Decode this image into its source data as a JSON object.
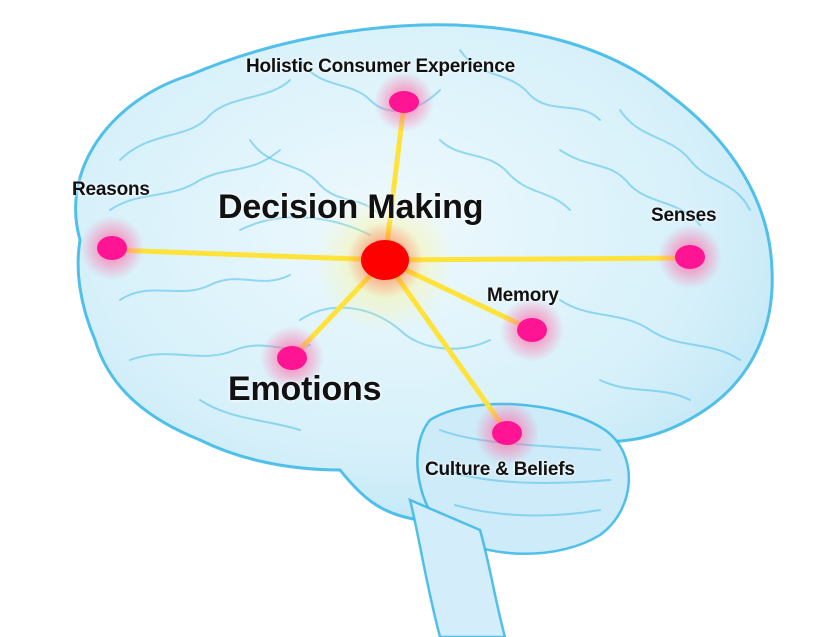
{
  "diagram": {
    "center": {
      "name": "decision-making-node",
      "label": "Decision Making"
    },
    "nodes": [
      {
        "id": "holistic",
        "label": "Holistic Consumer Experience"
      },
      {
        "id": "reasons",
        "label": "Reasons"
      },
      {
        "id": "senses",
        "label": "Senses"
      },
      {
        "id": "memory",
        "label": "Memory"
      },
      {
        "id": "emotions",
        "label": "Emotions"
      },
      {
        "id": "culture",
        "label": "Culture & Beliefs"
      }
    ],
    "colors": {
      "brain_outline": "#35b6e6",
      "brain_fill": "#d8f1fb",
      "connector": "#ffe23a",
      "node_core": "#ff1493",
      "node_glow": "#ff6fa8",
      "center_core": "#ff0000",
      "label_text": "#111111"
    }
  }
}
